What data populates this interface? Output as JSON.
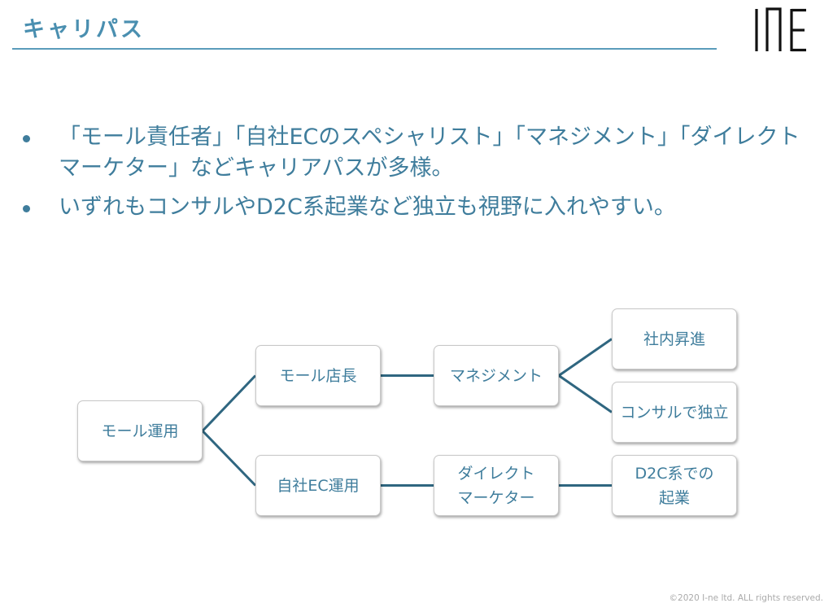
{
  "header": {
    "title": "キャリパス",
    "logo_text": "INE",
    "accent_color": "#4a8fb0"
  },
  "bullets": [
    "「モール責任者」「自社ECのスペシャリスト」「マネジメント」「ダイレクトマーケター」などキャリアパスが多様。",
    "いずれもコンサルやD2C系起業など独立も視野に入れやすい。"
  ],
  "diagram": {
    "nodes": {
      "mall_ops": "モール運用",
      "mall_manager": "モール店長",
      "own_ec_ops": "自社EC運用",
      "management": "マネジメント",
      "direct_marketer": "ダイレクトマーケター",
      "internal_promotion": "社内昇進",
      "consultant_independent": "コンサルで独立",
      "d2c_startup": "D2C系での起業"
    },
    "edges": [
      [
        "mall_ops",
        "mall_manager"
      ],
      [
        "mall_ops",
        "own_ec_ops"
      ],
      [
        "mall_manager",
        "management"
      ],
      [
        "own_ec_ops",
        "direct_marketer"
      ],
      [
        "management",
        "internal_promotion"
      ],
      [
        "management",
        "consultant_independent"
      ],
      [
        "direct_marketer",
        "d2c_startup"
      ]
    ],
    "line_color": "#2f6680"
  },
  "footer": {
    "copyright": "©2020 I-ne ltd. ALL rights reserved."
  }
}
